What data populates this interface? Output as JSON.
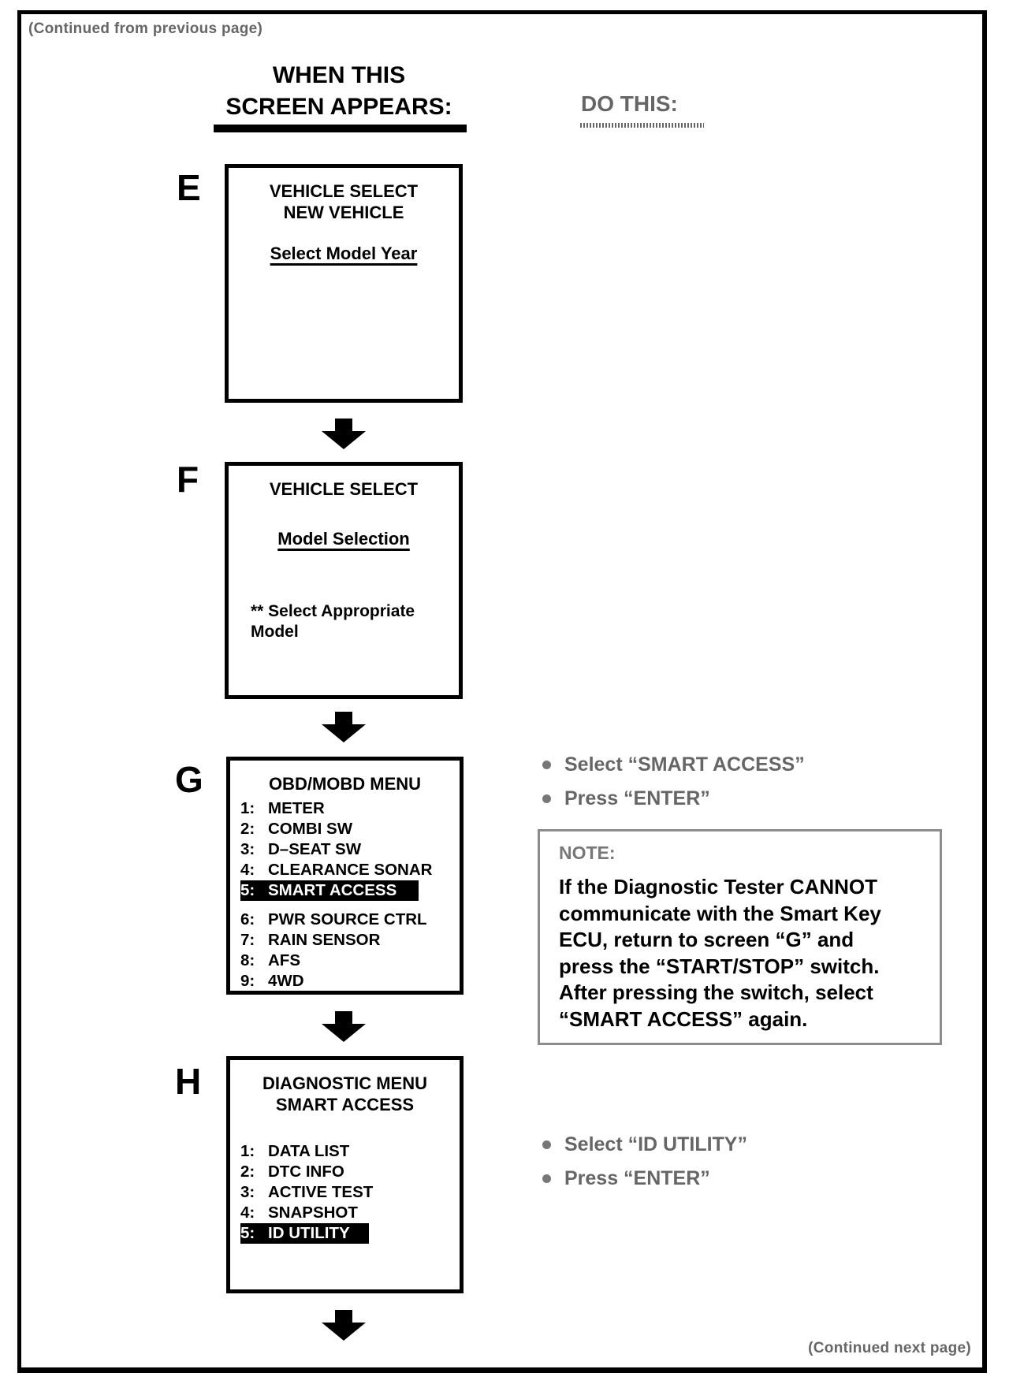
{
  "page": {
    "continued_from": "(Continued from previous page)",
    "continued_next": "(Continued next page)"
  },
  "headers": {
    "when_line1": "WHEN THIS",
    "when_line2": "SCREEN APPEARS:",
    "do_this": "DO THIS:"
  },
  "screens": {
    "e": {
      "label": "E",
      "title1": "VEHICLE SELECT",
      "title2": "NEW VEHICLE",
      "subtitle": "Select Model Year"
    },
    "f": {
      "label": "F",
      "title1": "VEHICLE SELECT",
      "subtitle": "Model Selection",
      "hint1": "** Select Appropriate",
      "hint2": "Model"
    },
    "g": {
      "label": "G",
      "title": "OBD/MOBD MENU",
      "items": [
        {
          "num": "1:",
          "text": "METER"
        },
        {
          "num": "2:",
          "text": "COMBI SW"
        },
        {
          "num": "3:",
          "text": "D–SEAT SW"
        },
        {
          "num": "4:",
          "text": "CLEARANCE SONAR"
        },
        {
          "num": "5:",
          "text": "SMART ACCESS"
        },
        {
          "num": "6:",
          "text": "PWR SOURCE CTRL"
        },
        {
          "num": "7:",
          "text": "RAIN SENSOR"
        },
        {
          "num": "8:",
          "text": "AFS"
        },
        {
          "num": "9:",
          "text": "4WD"
        }
      ]
    },
    "h": {
      "label": "H",
      "title1": "DIAGNOSTIC MENU",
      "title2": "SMART ACCESS",
      "items": [
        {
          "num": "1:",
          "text": "DATA LIST"
        },
        {
          "num": "2:",
          "text": "DTC INFO"
        },
        {
          "num": "3:",
          "text": "ACTIVE TEST"
        },
        {
          "num": "4:",
          "text": "SNAPSHOT"
        },
        {
          "num": "5:",
          "text": "ID UTILITY"
        }
      ]
    }
  },
  "instructions": {
    "g1": "Select “SMART ACCESS”",
    "g2": "Press “ENTER”",
    "h1": "Select “ID UTILITY”",
    "h2": "Press “ENTER”"
  },
  "note": {
    "title": "NOTE:",
    "line1": "If the Diagnostic Tester CANNOT",
    "line2": "communicate with the Smart Key",
    "line3": "ECU, return to screen “G” and",
    "line4": "press the “START/STOP” switch.",
    "line5": "After pressing the switch, select",
    "line6": "“SMART ACCESS” again."
  },
  "colors": {
    "ink": "#000000",
    "halftone_gray": "#666666",
    "highlight_bg": "#000000",
    "highlight_fg": "#ffffff",
    "paper": "#ffffff"
  }
}
